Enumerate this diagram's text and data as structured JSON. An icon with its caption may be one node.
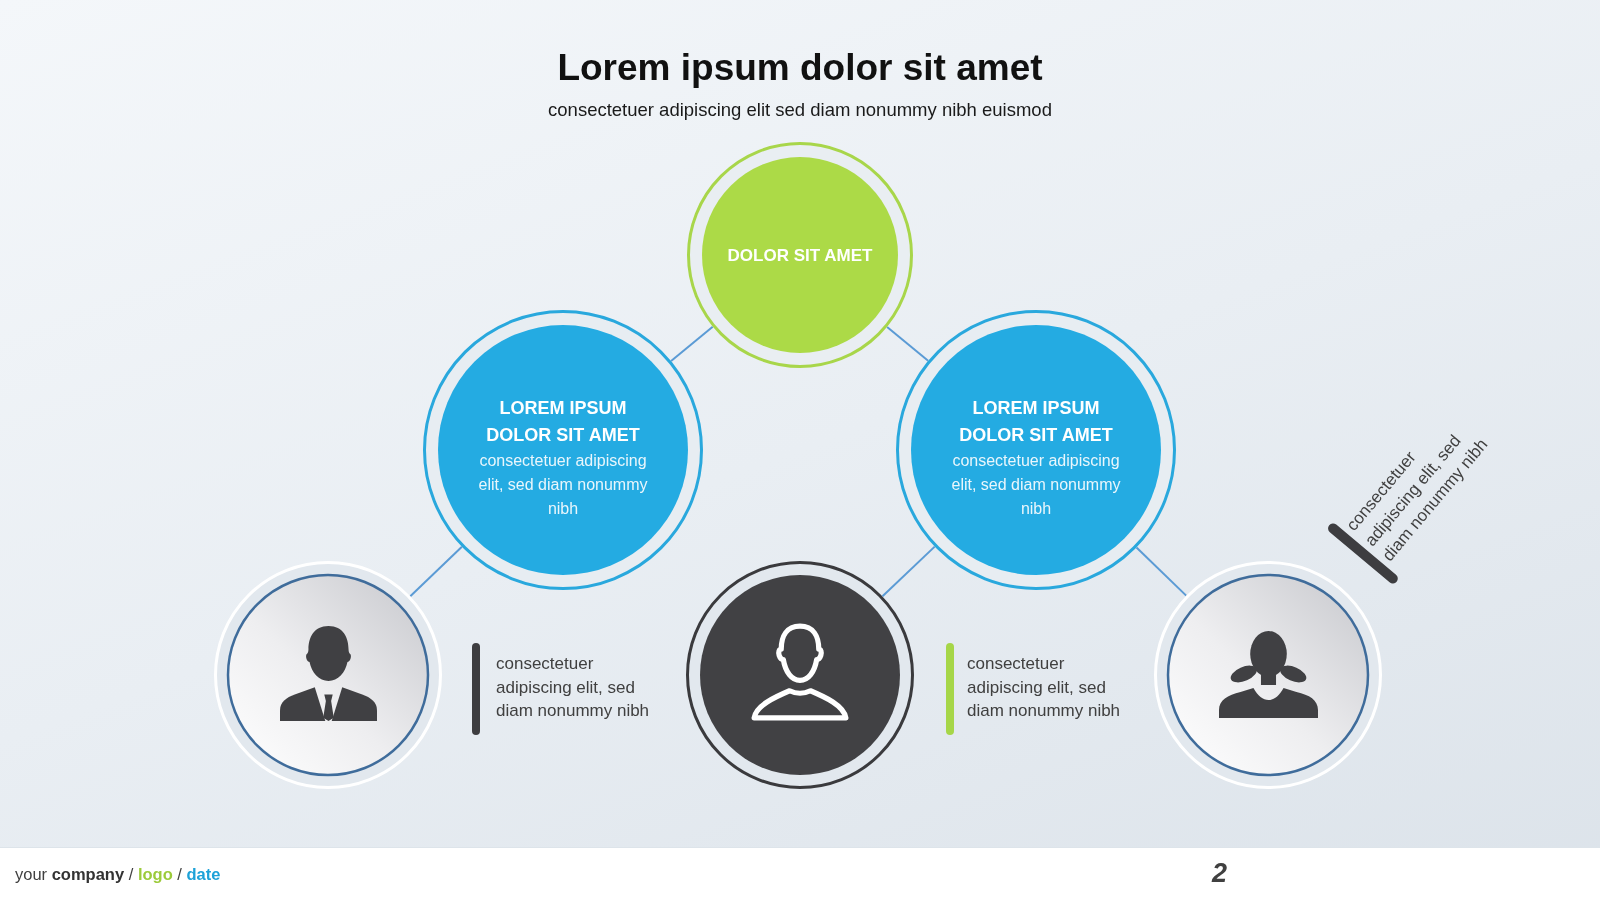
{
  "diagram": {
    "title": "Lorem ipsum dolor sit amet",
    "nodes": [
      {
        "text": [
          "DOLOR SIT AMET"
        ]
      },
      {
        "text": [
          "LOREM IPSUM DOLOR SIT AMET",
          "consectetuer adipiscing elit, sed diam nonummy nibh"
        ]
      },
      {
        "text": [
          "LOREM IPSUM DOLOR SIT AMET",
          "consectetuer adipiscing elit, sed diam nonummy nibh"
        ]
      },
      {
        "text": [],
        "shape": "circle"
      },
      {
        "text": [],
        "shape": "circle"
      },
      {
        "text": [],
        "shape": "circle",
        "beside": [
          "consectetuer adipiscing elit, sed diam nonummy nibh"
        ]
      }
    ],
    "edges": [
      {
        "from": 0,
        "to": 1,
        "arrow": "none"
      },
      {
        "from": 0,
        "to": 2,
        "arrow": "none"
      },
      {
        "from": 1,
        "to": 3,
        "arrow": "none"
      },
      {
        "from": 2,
        "to": 4,
        "arrow": "none"
      },
      {
        "from": 2,
        "to": 5,
        "arrow": "none"
      }
    ],
    "labels": [
      "consectetuer adipiscing elit sed diam nonummy nibh euismod",
      "consectetuer adipiscing elit, sed diam nonummy nibh",
      "consectetuer adipiscing elit, sed diam nonummy nibh",
      "your **company** / **logo** / **date**",
      "2"
    ]
  }
}
